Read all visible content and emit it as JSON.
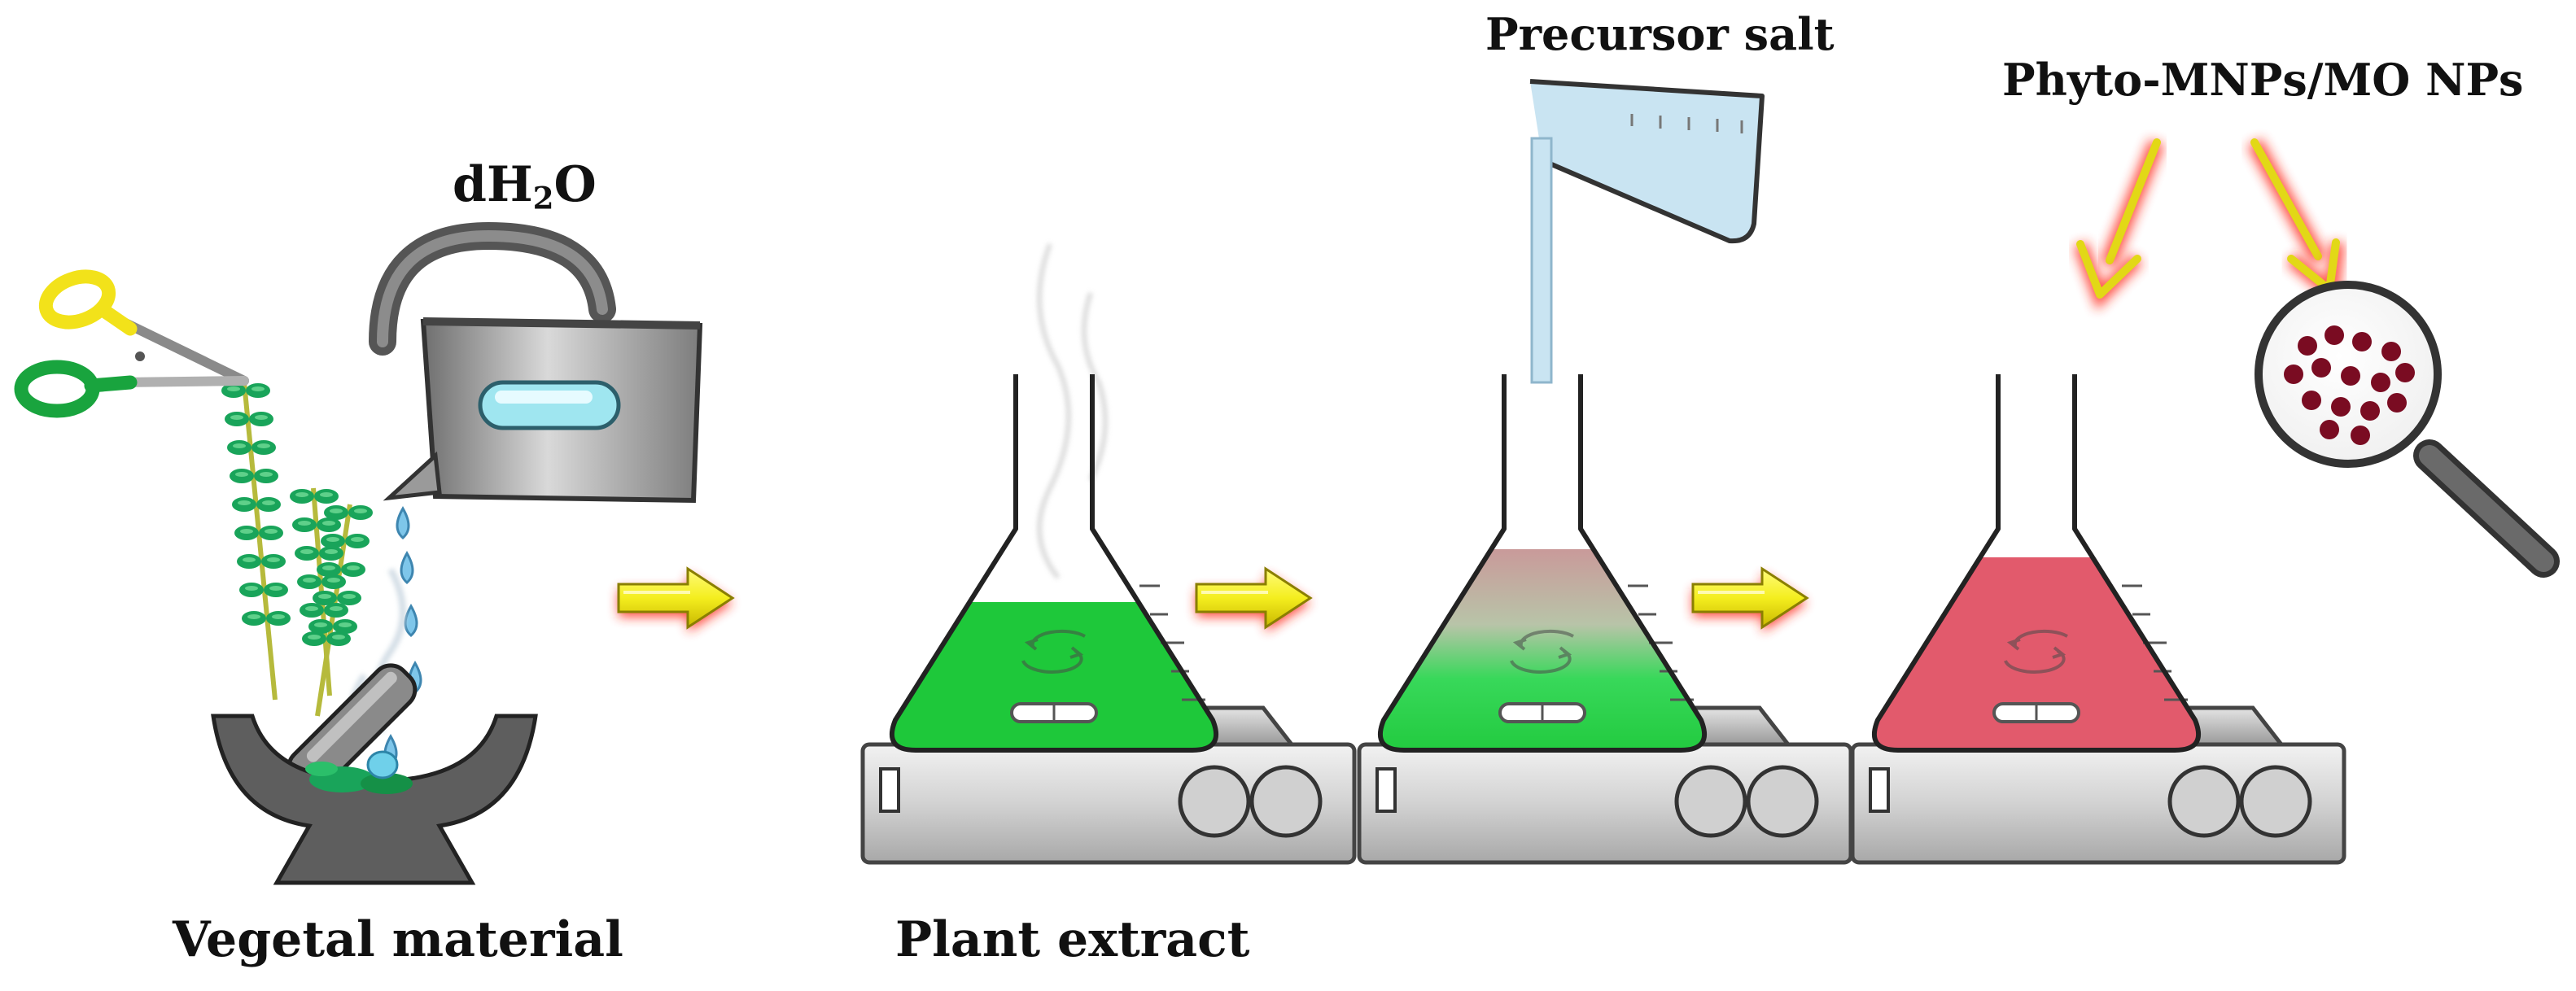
{
  "labels": {
    "water": {
      "prefix": "dH",
      "sub": "2",
      "suffix": "O"
    },
    "vegetal_material": "Vegetal material",
    "plant_extract": "Plant extract",
    "precursor_salt": "Precursor salt",
    "nanoparticles": "Phyto-MNPs/MO NPs"
  },
  "colors": {
    "plant_green": "#1ec83a",
    "leaf_green": "#19a45a",
    "stem_olive": "#b6ba3c",
    "nanoparticle_pink": "#e25a6c",
    "particle_maroon": "#7a0c22",
    "arrow_yellow": "#f4ee1e",
    "arrow_glow_red": "#ff2a1a",
    "salt_blue": "#c9e4f2",
    "metal_gray": "#a7a7a7",
    "scissors_yellow": "#f2e21a",
    "scissors_green": "#19a43e"
  },
  "icons": {
    "scissors": "scissors-icon",
    "kettle": "kettle-icon",
    "mortar": "mortar-and-pestle-icon",
    "plant": "plant-sprig-icon",
    "flask": "erlenmeyer-flask-icon",
    "stirrer": "magnetic-stirrer-icon",
    "beaker": "pouring-beaker-icon",
    "magnifier": "magnifying-glass-icon",
    "arrow": "process-arrow-icon"
  }
}
